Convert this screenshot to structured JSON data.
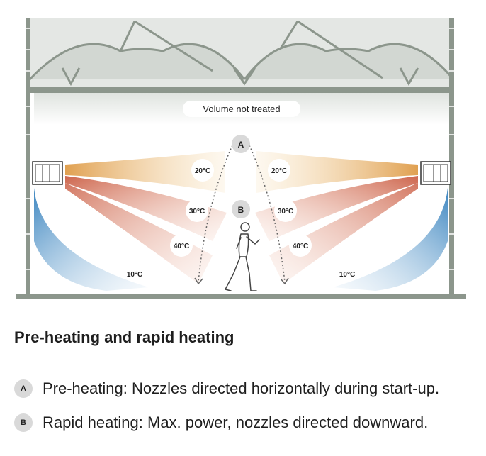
{
  "diagram": {
    "volume_label": "Volume not treated",
    "marker_a": "A",
    "marker_b": "B",
    "temps": {
      "left_20": "20°C",
      "left_30": "30°C",
      "left_40": "40°C",
      "left_10": "10°C",
      "right_20": "20°C",
      "right_30": "30°C",
      "right_40": "40°C",
      "right_10": "10°C"
    }
  },
  "legend": {
    "title": "Pre-heating and rapid heating",
    "items": [
      {
        "badge": "A",
        "text": "Pre-heating: Nozzles directed horizontally during start-up."
      },
      {
        "badge": "B",
        "text": "Rapid heating: Max. power, nozzles directed downward."
      }
    ]
  },
  "colors": {
    "warm_light": "#e3a65a",
    "warm_dark": "#c8553a",
    "cool": "#4a8fc4",
    "structure": "#8c968c"
  }
}
